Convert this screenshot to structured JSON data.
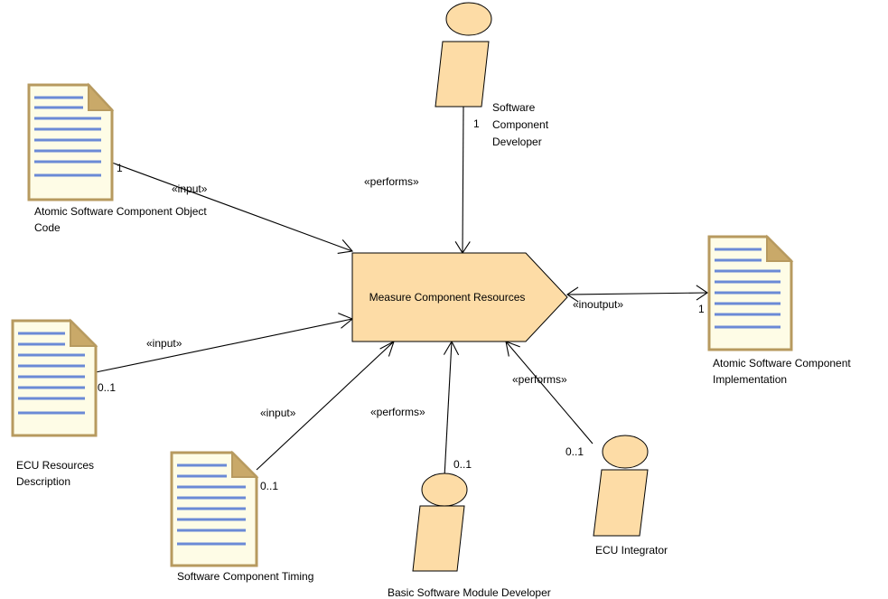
{
  "diagram": {
    "task": {
      "label": "Measure Component Resources"
    },
    "artifacts": [
      {
        "id": "atomic-object-code",
        "label_lines": [
          "Atomic Software Component Object",
          "Code"
        ],
        "multiplicity": "1",
        "stereotype": "«input»"
      },
      {
        "id": "ecu-resources",
        "label_lines": [
          "ECU Resources",
          "Description"
        ],
        "multiplicity": "0..1",
        "stereotype": "«input»"
      },
      {
        "id": "sw-timing",
        "label_lines": [
          "Software Component Timing"
        ],
        "multiplicity": "0..1",
        "stereotype": "«input»"
      },
      {
        "id": "atomic-implementation",
        "label_lines": [
          "Atomic Software Component",
          "Implementation"
        ],
        "multiplicity": "1",
        "stereotype": "«inoutput»"
      }
    ],
    "roles": [
      {
        "id": "sw-component-developer",
        "label_lines": [
          "Software",
          "Component",
          "Developer"
        ],
        "multiplicity": "1",
        "stereotype": "«performs»"
      },
      {
        "id": "bsw-module-developer",
        "label_lines": [
          "Basic Software Module Developer"
        ],
        "multiplicity": "0..1",
        "stereotype": "«performs»"
      },
      {
        "id": "ecu-integrator",
        "label_lines": [
          "ECU Integrator"
        ],
        "multiplicity": "0..1",
        "stereotype": "«performs»"
      }
    ],
    "colors": {
      "task_fill": "#fddca6",
      "role_fill": "#fddca6",
      "artifact_fill": "#fefce6",
      "artifact_border": "#b79a5f",
      "artifact_lines": "#6b8ad6"
    }
  }
}
